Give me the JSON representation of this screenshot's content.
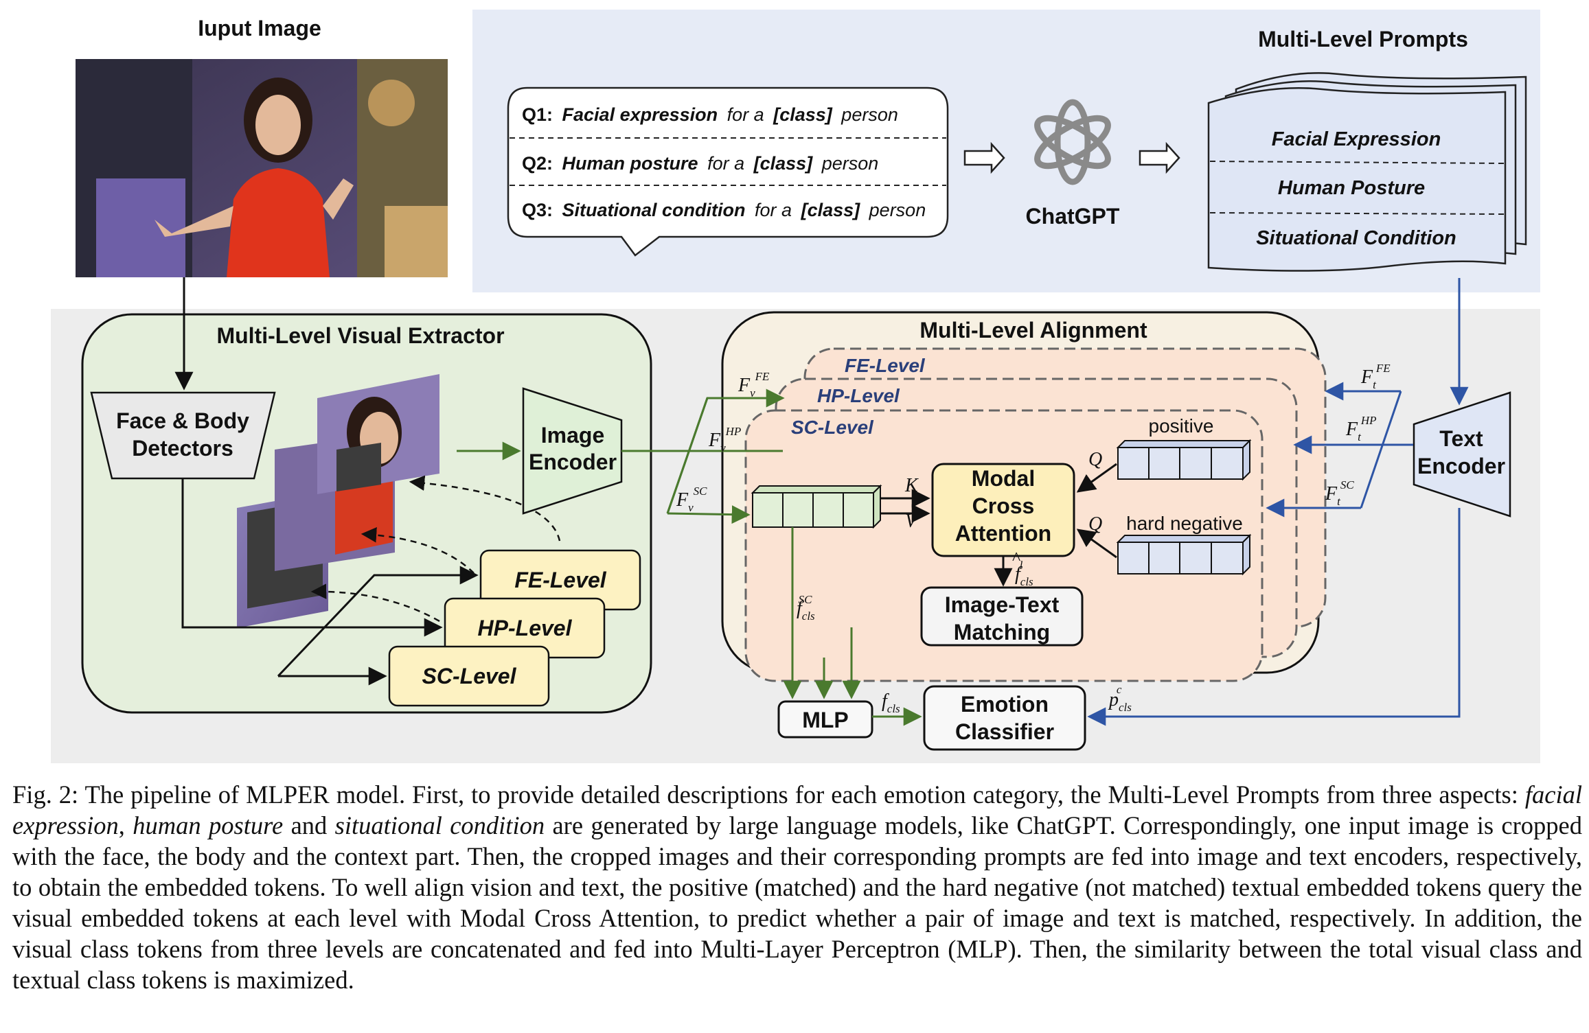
{
  "input_image": {
    "title": "Iuput Image"
  },
  "visual_extractor": {
    "title": "Multi-Level Visual Extractor",
    "detector_line1": "Face & Body",
    "detector_line2": "Detectors",
    "image_encoder_line1": "Image",
    "image_encoder_line2": "Encoder",
    "levels": [
      "FE-Level",
      "HP-Level",
      "SC-Level"
    ]
  },
  "prompts_panel": {
    "questions": [
      {
        "id": "Q1:",
        "bold": "Facial expression",
        "mid": "for a",
        "cls": "[class]",
        "end": "person"
      },
      {
        "id": "Q2:",
        "bold": "Human posture",
        "mid": "for a",
        "cls": "[class]",
        "end": "person"
      },
      {
        "id": "Q3:",
        "bold": "Situational condition",
        "mid": "for a",
        "cls": "[class]",
        "end": "person"
      }
    ],
    "chatgpt_label": "ChatGPT",
    "prompts_title": "Multi-Level Prompts",
    "prompts": [
      "Facial Expression",
      "Human Posture",
      "Situational Condition"
    ]
  },
  "alignment": {
    "title": "Multi-Level Alignment",
    "levels": [
      "FE-Level",
      "HP-Level",
      "SC-Level"
    ],
    "mca_line1": "Modal",
    "mca_line2": "Cross",
    "mca_line3": "Attention",
    "itm_line1": "Image-Text",
    "itm_line2": "Matching",
    "positive": "positive",
    "hard_negative": "hard negative",
    "K": "K",
    "V": "V",
    "Q": "Q"
  },
  "text_encoder": {
    "line1": "Text",
    "line2": "Encoder"
  },
  "bottom": {
    "mlp": "MLP",
    "classifier_line1": "Emotion",
    "classifier_line2": "Classifier"
  },
  "caption": {
    "p1": "Fig. 2: The pipeline of MLPER model. First, to provide detailed descriptions for each emotion category, the Multi-Level Prompts from three aspects: ",
    "i1": "facial expression",
    "p2": ", ",
    "i2": "human posture",
    "p3": " and ",
    "i3": "situational condition",
    "p4": " are generated by large language models, like ChatGPT. Correspondingly, one input image is cropped with the face, the body and the context part. Then, the cropped images and their corresponding prompts are fed into image and text encoders, respectively, to obtain the embedded tokens. To well align vision and text, the positive (matched) and the hard negative (not matched) textual embedded tokens query the visual embedded tokens at each level with Modal Cross Attention, to predict whether a pair of image and text is matched, respectively. In addition, the visual class tokens from three levels are concatenated and fed into Multi-Layer Perceptron (MLP). Then, the similarity between the total visual class and textual class tokens is maximized."
  },
  "colors": {
    "green_arrow": "#4a7a2e",
    "blue_arrow": "#2e55a5",
    "prompt_panel_bg": "#e6ebf6",
    "bottom_panel_bg": "#ededed",
    "extractor_bg": "#e5efdc",
    "alignment_bg": "#f7f0e2",
    "level_box_fill": "#fdf2c2",
    "mca_fill": "#fdefbb",
    "token_green": "#e2f0d8",
    "token_blue": "#dfe5f3",
    "encoder_green": "#dff0d7",
    "encoder_blue": "#dfe6f5"
  }
}
